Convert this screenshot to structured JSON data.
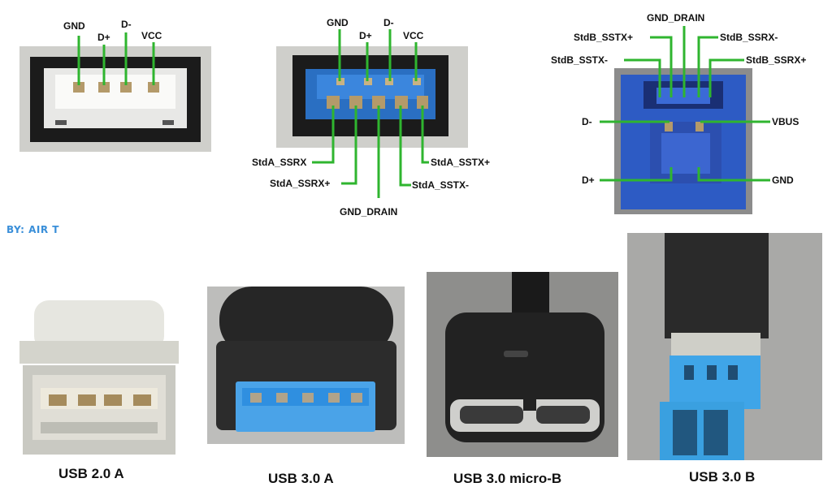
{
  "diagrams": {
    "usb20a": {
      "pins": [
        "GND",
        "D+",
        "D-",
        "VCC"
      ]
    },
    "usb30a": {
      "top_pins": [
        "GND",
        "D+",
        "D-",
        "VCC"
      ],
      "bottom_pins": [
        "StdA_SSRX",
        "StdA_SSRX+",
        "GND_DRAIN",
        "StdA_SSTX-",
        "StdA_SSTX+"
      ]
    },
    "usb30b": {
      "top": [
        "GND_DRAIN",
        "StdB_SSTX+",
        "StdB_SSRX-",
        "StdB_SSTX-",
        "StdB_SSRX+"
      ],
      "left": [
        "D-",
        "D+"
      ],
      "right": [
        "VBUS",
        "GND"
      ]
    }
  },
  "credit": "BY: AIR T",
  "captions": [
    "USB 2.0 A",
    "USB 3.0 A",
    "USB 3.0 micro-B",
    "USB 3.0 B"
  ],
  "colors": {
    "pin_line": "#2fb52f",
    "usb3_blue": "#2f8fe0",
    "credit_blue": "#3a8fd9",
    "metal": "#d9d9d4",
    "plastic_black": "#2a2a2a"
  }
}
